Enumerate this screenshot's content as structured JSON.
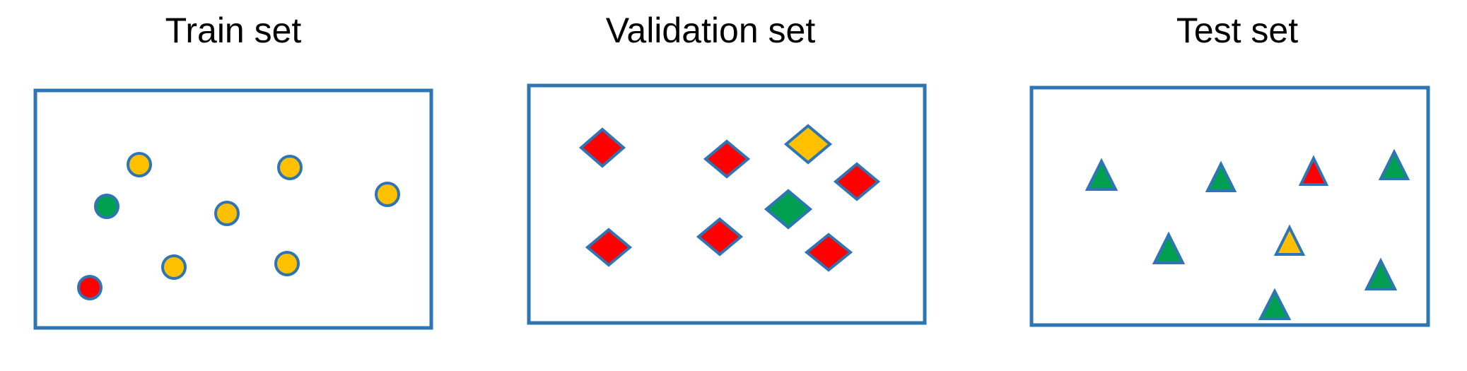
{
  "panels": {
    "train": {
      "title": "Train set"
    },
    "validation": {
      "title": "Validation set"
    },
    "test": {
      "title": "Test set"
    }
  },
  "colors": {
    "border": "#2e75b6",
    "red": "#ff0000",
    "yellow": "#ffc000",
    "green": "#00a050"
  },
  "items": {
    "train_circles": [
      "yellow",
      "green",
      "yellow",
      "yellow",
      "red",
      "yellow",
      "yellow",
      "yellow"
    ],
    "validation_diamonds": [
      "red",
      "red",
      "yellow",
      "red",
      "green",
      "red",
      "red",
      "red"
    ],
    "test_triangles": [
      "green",
      "green",
      "red",
      "green",
      "green",
      "yellow",
      "green",
      "green"
    ]
  }
}
